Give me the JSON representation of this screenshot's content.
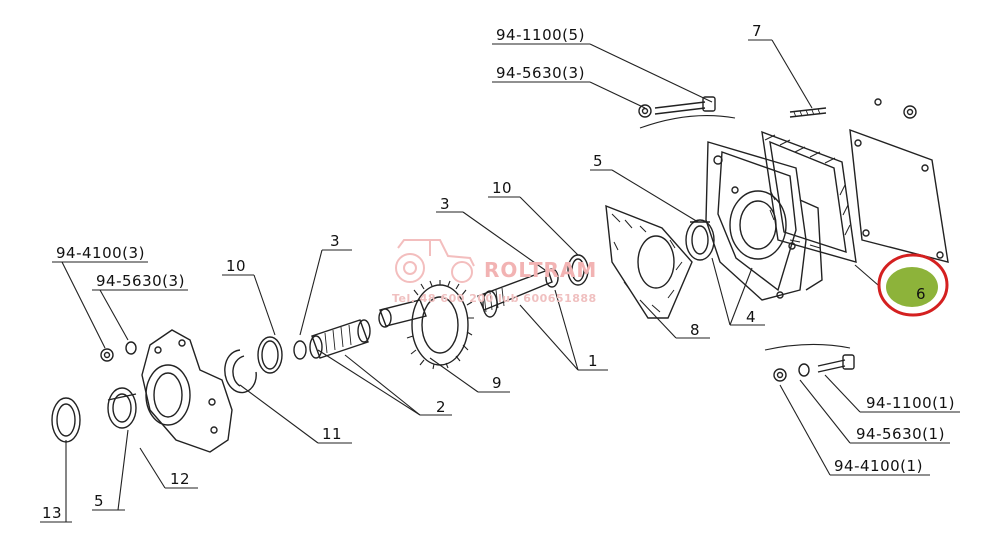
{
  "labels": {
    "l1": "94-1100(5)",
    "l2": "94-5630(3)",
    "l3": "7",
    "l4": "5",
    "l5": "10",
    "l6": "3",
    "l7": "3",
    "l8": "10",
    "l9": "94-4100(3)",
    "l10": "94-5630(3)",
    "l11": "1",
    "l12": "8",
    "l13": "4",
    "l14": "6",
    "l15": "2",
    "l16": "9",
    "l17": "11",
    "l18": "12",
    "l19": "5",
    "l20": "13",
    "l21": "94-1100(1)",
    "l22": "94-5630(1)",
    "l23": "94-4100(1)"
  },
  "watermark": {
    "brand": "ROLTRAM",
    "contact": "Tel. 48 600 200 lub 600651888"
  },
  "colors": {
    "line": "#222222",
    "highlight_fill": "#8db33a",
    "highlight_ring": "#d42020",
    "watermark": "#f2b3b3"
  }
}
